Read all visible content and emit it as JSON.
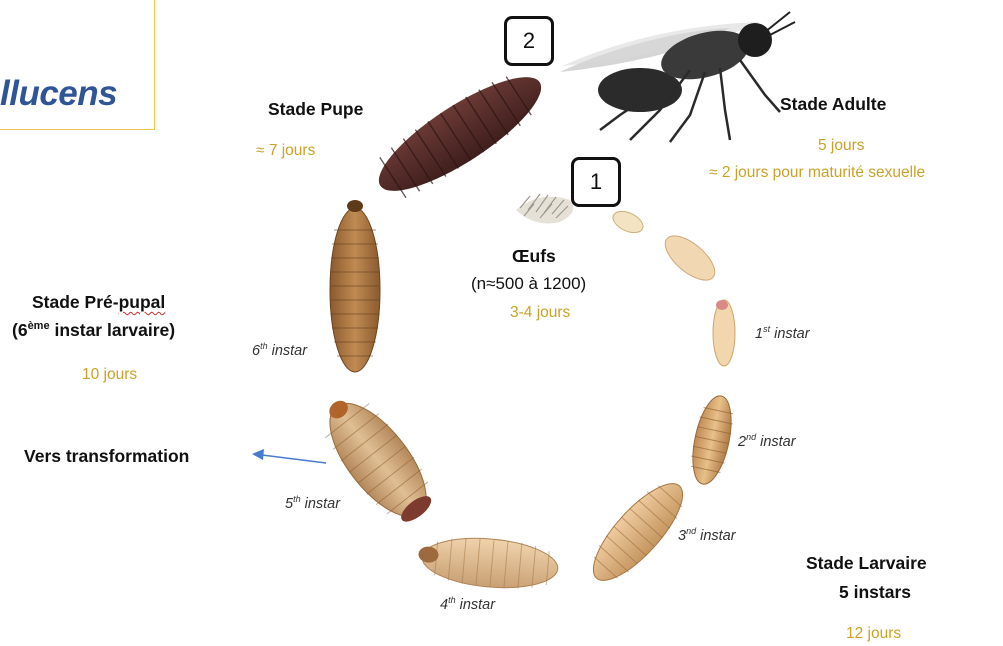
{
  "header": {
    "species_fragment": "llucens"
  },
  "stages": {
    "adult": {
      "label": "Stade Adulte",
      "duration": "5 jours",
      "note": "≈ 2 jours pour maturité sexuelle"
    },
    "pupa": {
      "label": "Stade Pupe",
      "duration": "≈ 7 jours"
    },
    "eggs": {
      "label": "Œufs",
      "count": "(n≈500 à 1200)",
      "duration": "3-4 jours"
    },
    "prepupal": {
      "label_line1_a": "Stade Pré-",
      "label_line1_b": "pupal",
      "label_line2_a": "(6",
      "label_line2_sup": "ème",
      "label_line2_b": " instar larvaire)",
      "duration": "10 jours"
    },
    "larval": {
      "label_line1": "Stade Larvaire",
      "label_line2": "5 instars",
      "duration": "12 jours"
    }
  },
  "outflow_label": "Vers transformation",
  "markers": {
    "one": "1",
    "two": "2"
  },
  "instars": [
    {
      "num": "1",
      "sup": "st",
      "word": " instar"
    },
    {
      "num": "2",
      "sup": "nd",
      "word": " instar"
    },
    {
      "num": "3",
      "sup": "nd",
      "word": " instar"
    },
    {
      "num": "4",
      "sup": "th",
      "word": " instar"
    },
    {
      "num": "5",
      "sup": "th",
      "word": " instar"
    },
    {
      "num": "6",
      "sup": "th",
      "word": " instar"
    }
  ],
  "colors": {
    "duration": "#c9a227",
    "species": "#2f5597",
    "arrow": "#4a7bd0"
  }
}
